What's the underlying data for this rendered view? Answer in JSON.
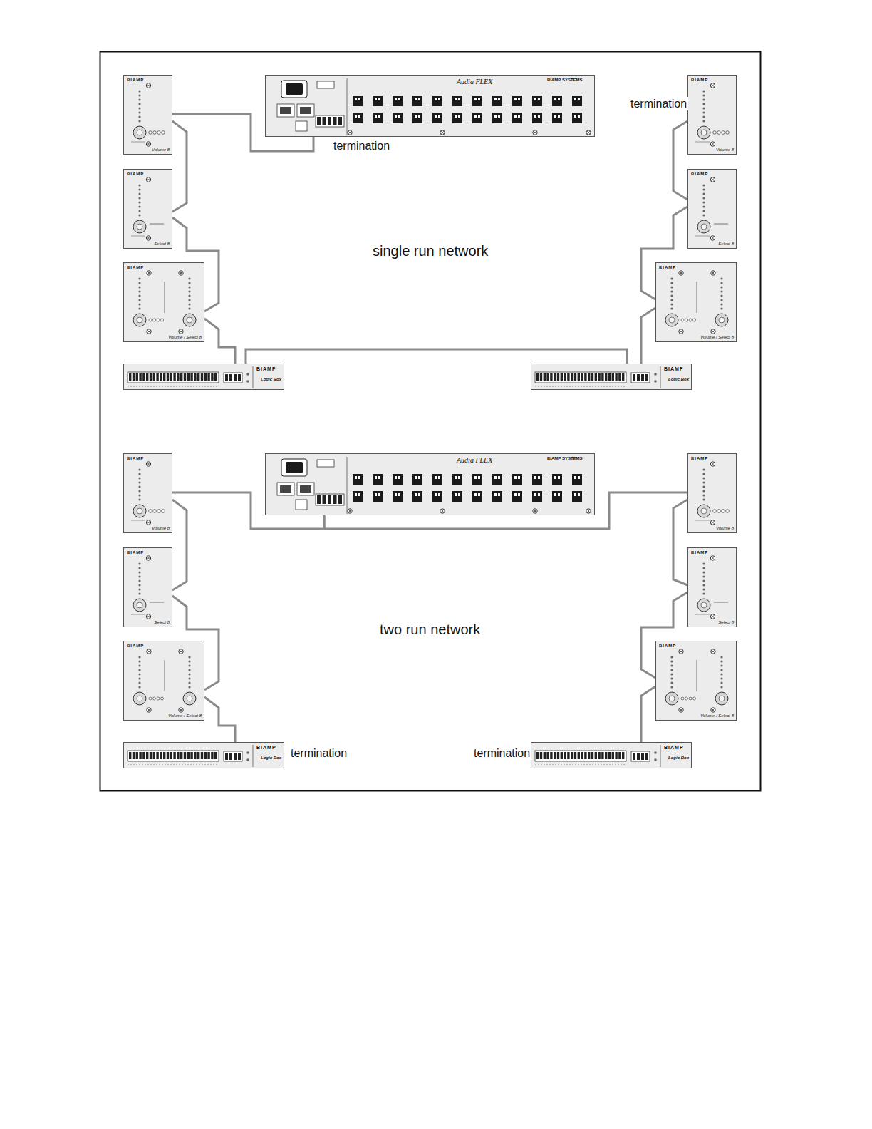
{
  "diagram": {
    "nodes": [
      {
        "text": [
          "BIAMP",
          "Volume 8"
        ]
      },
      {
        "text": [
          "Audia FLEX",
          "BIAMP SYSTEMS"
        ]
      },
      {
        "text": [
          "BIAMP",
          "Volume 8"
        ]
      },
      {
        "text": [
          "BIAMP",
          "Select 8"
        ]
      },
      {
        "text": [
          "BIAMP",
          "Select 8"
        ]
      },
      {
        "text": [
          "BIAMP",
          "Volume / Select 8"
        ]
      },
      {
        "text": [
          "BIAMP",
          "Volume / Select 8"
        ]
      },
      {
        "text": [
          "BIAMP",
          "Logic Box"
        ]
      },
      {
        "text": [
          "BIAMP",
          "Logic Box"
        ]
      },
      {
        "text": [
          "BIAMP",
          "Volume 8"
        ]
      },
      {
        "text": [
          "Audia FLEX",
          "BIAMP SYSTEMS"
        ]
      },
      {
        "text": [
          "BIAMP",
          "Volume 8"
        ]
      },
      {
        "text": [
          "BIAMP",
          "Select 8"
        ]
      },
      {
        "text": [
          "BIAMP",
          "Select 8"
        ]
      },
      {
        "text": [
          "BIAMP",
          "Volume / Select 8"
        ]
      },
      {
        "text": [
          "BIAMP",
          "Volume / Select 8"
        ]
      },
      {
        "text": [
          "BIAMP",
          "Logic Box"
        ]
      },
      {
        "text": [
          "BIAMP",
          "Logic Box"
        ]
      }
    ],
    "edges": [
      {
        "from": 1,
        "to": 0,
        "arrow": "none"
      },
      {
        "from": 0,
        "to": 3,
        "arrow": "none"
      },
      {
        "from": 3,
        "to": 5,
        "arrow": "none"
      },
      {
        "from": 5,
        "to": 7,
        "arrow": "none"
      },
      {
        "from": 7,
        "to": 8,
        "arrow": "none"
      },
      {
        "from": 8,
        "to": 6,
        "arrow": "none"
      },
      {
        "from": 6,
        "to": 4,
        "arrow": "none"
      },
      {
        "from": 4,
        "to": 2,
        "arrow": "none"
      },
      {
        "from": 10,
        "to": 9,
        "arrow": "none"
      },
      {
        "from": 10,
        "to": 11,
        "arrow": "none"
      },
      {
        "from": 9,
        "to": 12,
        "arrow": "none"
      },
      {
        "from": 12,
        "to": 14,
        "arrow": "none"
      },
      {
        "from": 14,
        "to": 16,
        "arrow": "none"
      },
      {
        "from": 11,
        "to": 13,
        "arrow": "none"
      },
      {
        "from": 13,
        "to": 15,
        "arrow": "none"
      },
      {
        "from": 15,
        "to": 17,
        "arrow": "none"
      }
    ],
    "labels": [
      "termination",
      "termination",
      "single run network",
      "two run network",
      "termination",
      "termination"
    ]
  }
}
